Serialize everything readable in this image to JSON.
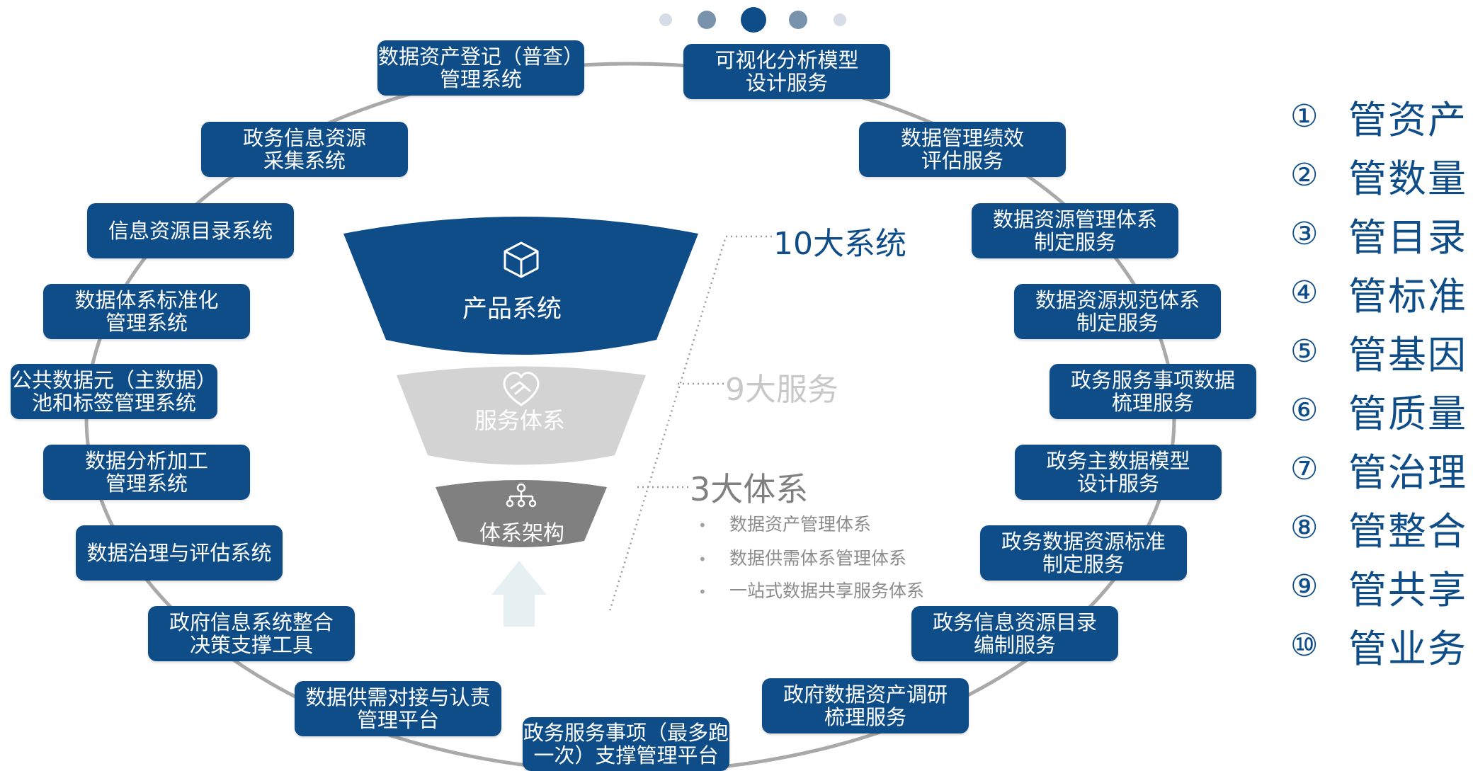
{
  "carousel": {
    "count": 5,
    "active_index": 2
  },
  "center": {
    "product_label": "产品系统",
    "service_label": "服务体系",
    "arch_label": "体系架构"
  },
  "callouts": {
    "systems": "10大系统",
    "services": "9大服务",
    "frameworks": "3大体系"
  },
  "framework_list": [
    "数据资产管理体系",
    "数据供需体系管理体系",
    "一站式数据共享服务体系"
  ],
  "left_systems": [
    {
      "line1": "数据资产登记（普查）",
      "line2": "管理系统"
    },
    {
      "line1": "政务信息资源",
      "line2": "采集系统"
    },
    {
      "line1": "信息资源目录系统",
      "line2": ""
    },
    {
      "line1": "数据体系标准化",
      "line2": "管理系统"
    },
    {
      "line1": "公共数据元（主数据）",
      "line2": "池和标签管理系统"
    },
    {
      "line1": "数据分析加工",
      "line2": "管理系统"
    },
    {
      "line1": "数据治理与评估系统",
      "line2": ""
    },
    {
      "line1": "政府信息系统整合",
      "line2": "决策支撑工具"
    },
    {
      "line1": "数据供需对接与认责",
      "line2": "管理平台"
    },
    {
      "line1": "政务服务事项（最多跑",
      "line2": "一次）支撑管理平台"
    }
  ],
  "right_services": [
    {
      "line1": "可视化分析模型",
      "line2": "设计服务"
    },
    {
      "line1": "数据管理绩效",
      "line2": "评估服务"
    },
    {
      "line1": "数据资源管理体系",
      "line2": "制定服务"
    },
    {
      "line1": "数据资源规范体系",
      "line2": "制定服务"
    },
    {
      "line1": "政务服务事项数据",
      "line2": "梳理服务"
    },
    {
      "line1": "政务主数据模型",
      "line2": "设计服务"
    },
    {
      "line1": "政务数据资源标准",
      "line2": "制定服务"
    },
    {
      "line1": "政务信息资源目录",
      "line2": "编制服务"
    },
    {
      "line1": "政府数据资产调研",
      "line2": "梳理服务"
    }
  ],
  "legend": [
    {
      "num": "①",
      "text": "管资产"
    },
    {
      "num": "②",
      "text": "管数量"
    },
    {
      "num": "③",
      "text": "管目录"
    },
    {
      "num": "④",
      "text": "管标准"
    },
    {
      "num": "⑤",
      "text": "管基因"
    },
    {
      "num": "⑥",
      "text": "管质量"
    },
    {
      "num": "⑦",
      "text": "管治理"
    },
    {
      "num": "⑧",
      "text": "管整合"
    },
    {
      "num": "⑨",
      "text": "管共享"
    },
    {
      "num": "⑩",
      "text": "管业务"
    }
  ],
  "colors": {
    "box": "#0e4d87",
    "ring": "#a9a9a9",
    "service_layer": "#d3d3d3",
    "arch_layer": "#808080",
    "callout_service": "#c8c8c8"
  }
}
